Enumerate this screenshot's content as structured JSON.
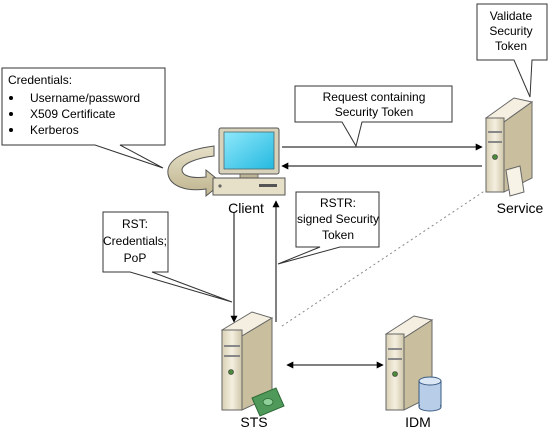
{
  "nodes": {
    "client": "Client",
    "service": "Service",
    "sts": "STS",
    "idm": "IDM"
  },
  "callouts": {
    "credentials": {
      "title": "Credentials:",
      "items": [
        "Username/password",
        "X509 Certificate",
        "Kerberos"
      ]
    },
    "request": [
      "Request containing",
      "Security Token"
    ],
    "validate": [
      "Validate",
      "Security",
      "Token"
    ],
    "rst": [
      "RST:",
      "Credentials;",
      "PoP"
    ],
    "rstr": [
      "RSTR:",
      "signed Security",
      "Token"
    ]
  },
  "colors": {
    "screen": "#3fd0f0",
    "server_body": "#f0ebdb",
    "server_shade": "#cfc6a8",
    "token_green": "#4f9a5a",
    "database_blue": "#b7cde8",
    "callout_border": "#333333"
  }
}
